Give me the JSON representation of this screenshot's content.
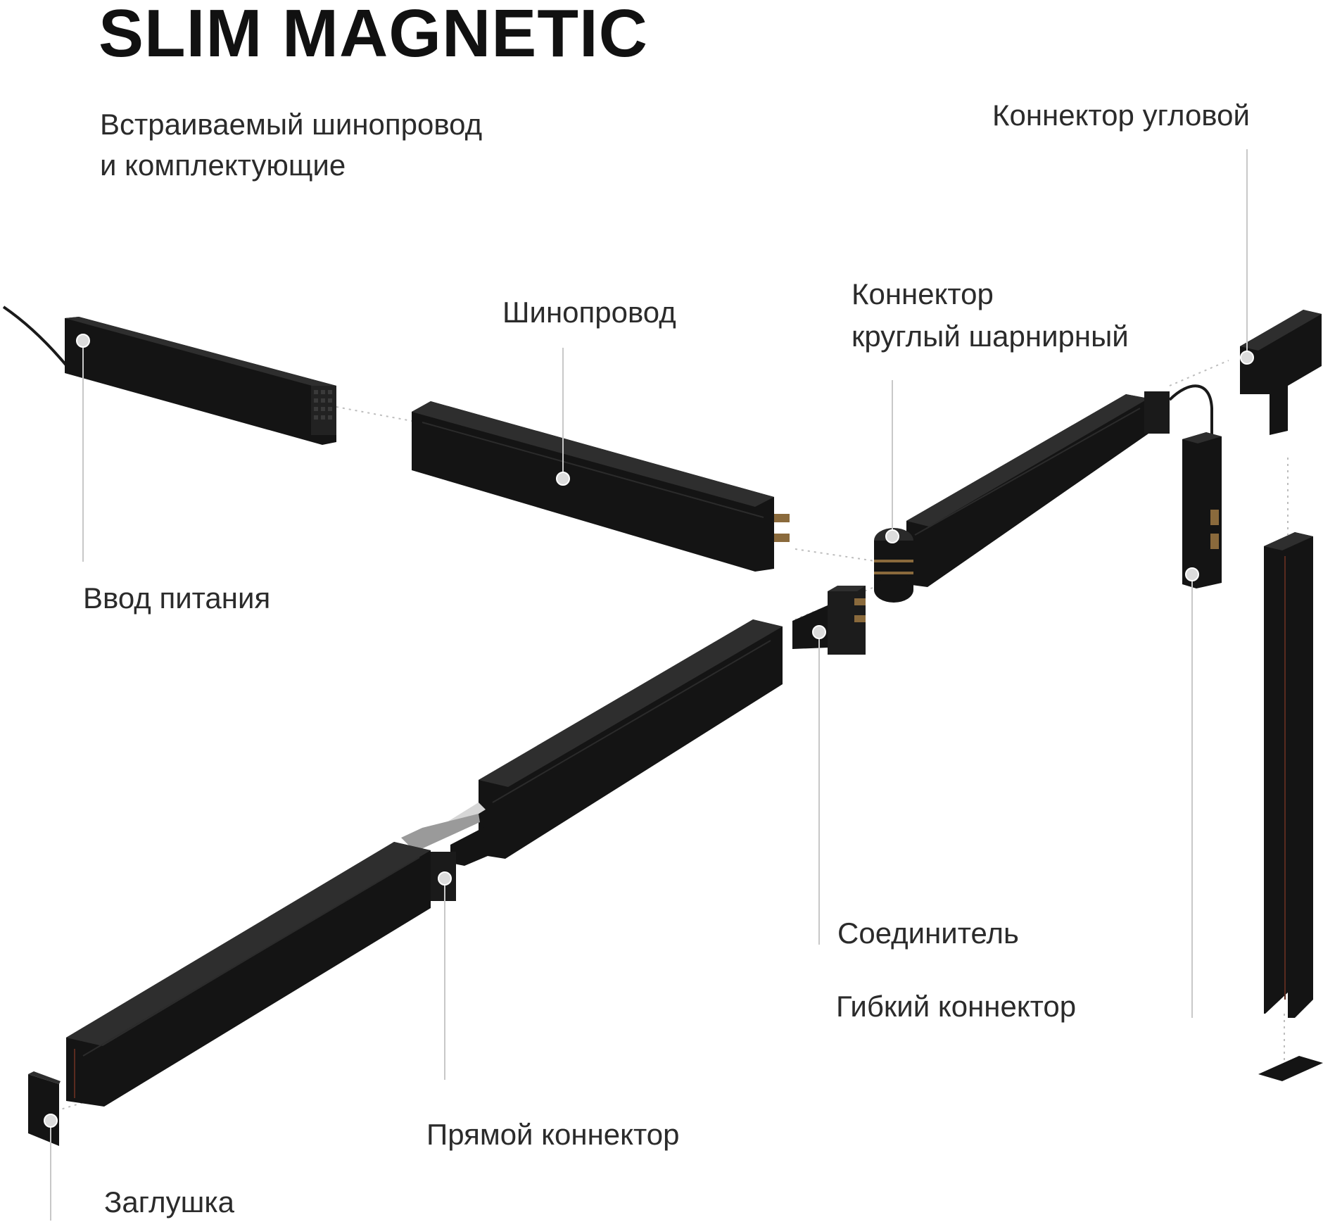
{
  "header": {
    "title": "SLIM MAGNETIC",
    "subtitle_line1": "Встраиваемый шинопровод",
    "subtitle_line2": "и комплектующие"
  },
  "labels": {
    "corner_connector": "Коннектор угловой",
    "hinge_line1": "Коннектор",
    "hinge_line2": "круглый шарнирный",
    "track": "Шинопровод",
    "power_input": "Ввод питания",
    "joiner": "Соединитель",
    "flex_connector": "Гибкий коннектор",
    "straight_connector": "Прямой коннектор",
    "end_cap": "Заглушка"
  },
  "colors": {
    "product": "#141414",
    "product_edge": "#2e2e2e",
    "contact": "#8a6a3c",
    "leader": "#c8c8c8",
    "marker": "#dcdcdc"
  }
}
